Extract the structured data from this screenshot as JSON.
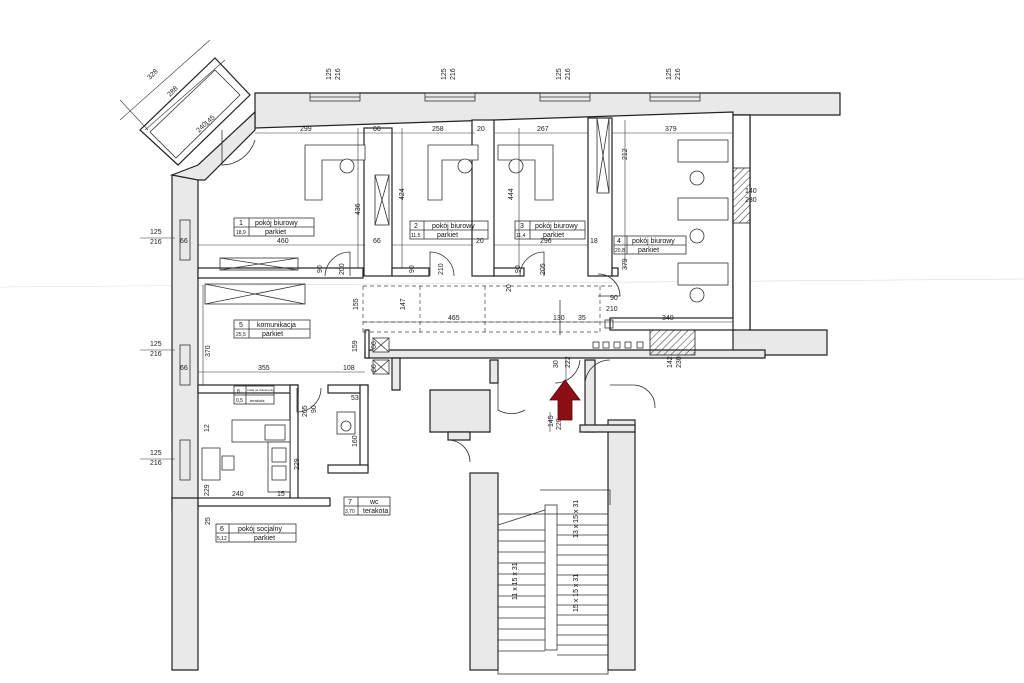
{
  "rooms": [
    {
      "num": "1",
      "name": "pokój biurowy",
      "area": "18,9",
      "floor": "parkiet"
    },
    {
      "num": "2",
      "name": "pokój biurowy",
      "area": "11,5",
      "floor": "parkiet"
    },
    {
      "num": "3",
      "name": "pokój biurowy",
      "area": "11,4",
      "floor": "parkiet"
    },
    {
      "num": "4",
      "name": "pokój biurowy",
      "area": "20,8",
      "floor": "parkiet"
    },
    {
      "num": "5",
      "name": "komunikacja",
      "area": "25,5",
      "floor": "parkiet"
    },
    {
      "num": "6",
      "name": "pokój socjalny",
      "area": "5,12",
      "floor": "parkiet"
    },
    {
      "num": "7",
      "name": "wc",
      "area": "3,70",
      "floor": "terakota"
    },
    {
      "num": "8",
      "name": "szafa na dokumenty",
      "area": "0,5",
      "floor": "terakota"
    }
  ],
  "dimensions": {
    "win_top": [
      "125",
      "216"
    ],
    "d_299": "299",
    "d_66a": "66",
    "d_258": "258",
    "d_20a": "20",
    "d_267": "267",
    "d_379": "379",
    "d_460": "460",
    "d_66b": "66",
    "d_20b": "20",
    "d_296": "296",
    "d_18": "18",
    "d_436": "436",
    "d_424": "424",
    "d_444": "444",
    "d_212": "212",
    "d_379v": "379",
    "d_140": "140",
    "d_230": "230",
    "d_90a": "90",
    "d_200a": "200",
    "d_90b": "90",
    "d_210a": "210",
    "d_90c": "90",
    "d_205": "205",
    "d_20c": "20",
    "d_90d": "90",
    "d_210b": "210",
    "d_155": "155",
    "d_147": "147",
    "d_465": "465",
    "d_130": "130",
    "d_35": "35",
    "d_340": "340",
    "d_370": "370",
    "d_355": "355",
    "d_159": "159",
    "d_108": "108",
    "d_66c": "66",
    "d_66d": "66",
    "d_142": "142",
    "d_230b": "230",
    "d_90e": "90",
    "d_205b": "205",
    "d_53": "53",
    "d_160": "160",
    "d_12": "12",
    "d_229a": "229",
    "d_229b": "229",
    "d_240": "240",
    "d_15": "15",
    "d_25": "25",
    "d_66e": "66",
    "d_66f": "66",
    "d_30": "30",
    "d_222": "222",
    "d_145": "145",
    "d_220": "220",
    "d_328": "328",
    "d_288": "288",
    "d_145b": "145",
    "d_240b": "240",
    "side_win": [
      "125",
      "216"
    ]
  },
  "stairs": {
    "left": "11 x 15 x 31",
    "mid": "15 x 15 x 31",
    "top": "13 x 15 x 31"
  },
  "entry_arrow_color": "#8b0f14"
}
